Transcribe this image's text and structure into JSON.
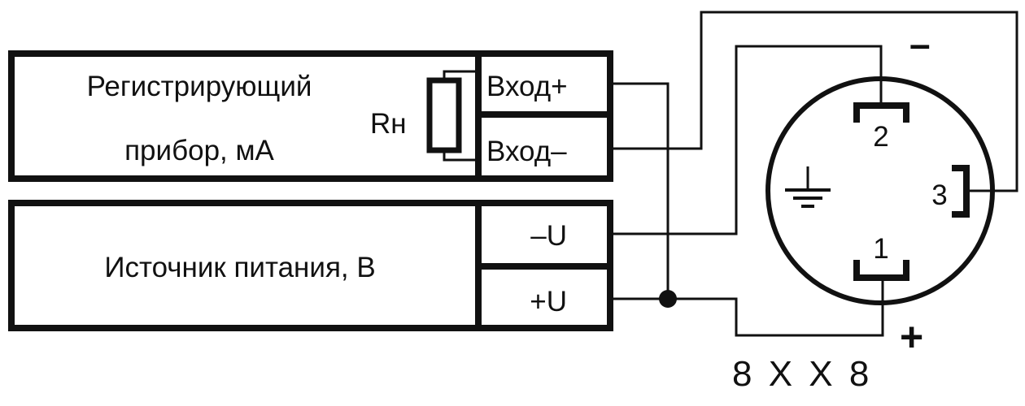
{
  "recorder": {
    "title_line1": "Регистрирующий",
    "title_line2": "прибор, мА",
    "resistor_label": "Rн",
    "terminal_plus": "Вход+",
    "terminal_minus": "Вход–"
  },
  "power_supply": {
    "title": "Источник питания, В",
    "terminal_minus": "–U",
    "terminal_plus": "+U"
  },
  "connector": {
    "pin1": "1",
    "pin2": "2",
    "pin3": "3",
    "minus_sign": "–",
    "plus_sign": "+",
    "label": "8 X X 8"
  }
}
